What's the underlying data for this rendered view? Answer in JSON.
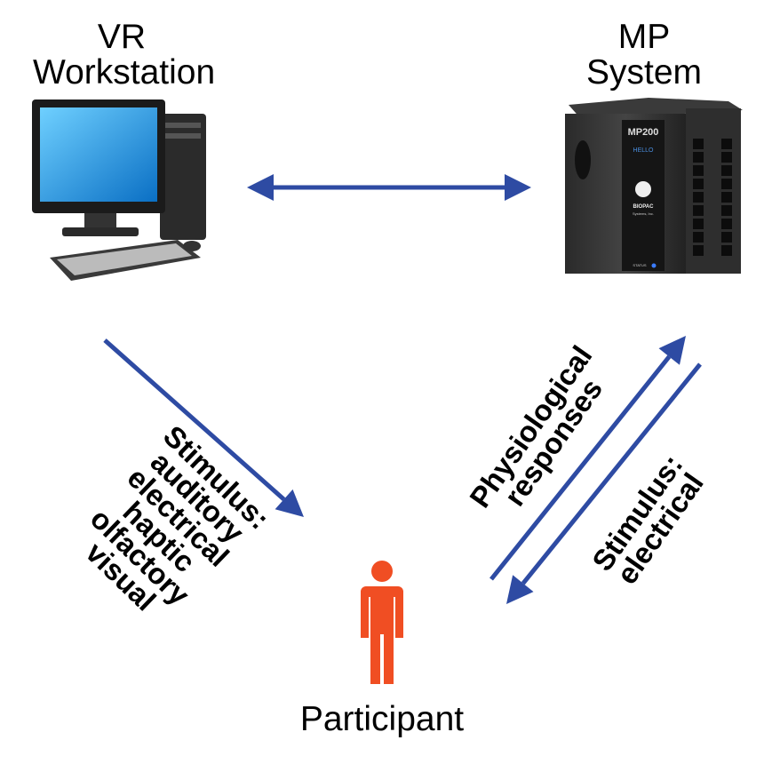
{
  "nodes": {
    "vr": {
      "line1": "VR",
      "line2": "Workstation"
    },
    "mp": {
      "line1": "MP",
      "line2": "System",
      "device_model": "MP200",
      "device_display": "HELLO",
      "device_brand": "BIOPAC",
      "device_brand_sub": "Systems, Inc.",
      "device_status": "STATUS"
    },
    "participant": {
      "label": "Participant"
    }
  },
  "edges": {
    "stimulus_left": {
      "lines": [
        "Stimulus:",
        "auditory",
        "electrical",
        "haptic",
        "olfactory",
        "visual"
      ]
    },
    "physio": {
      "lines": [
        "Physiological",
        "responses"
      ]
    },
    "stimulus_right": {
      "lines": [
        "Stimulus:",
        "electrical"
      ]
    }
  },
  "colors": {
    "arrow": "#2e4ba3",
    "participant": "#f04e23"
  }
}
